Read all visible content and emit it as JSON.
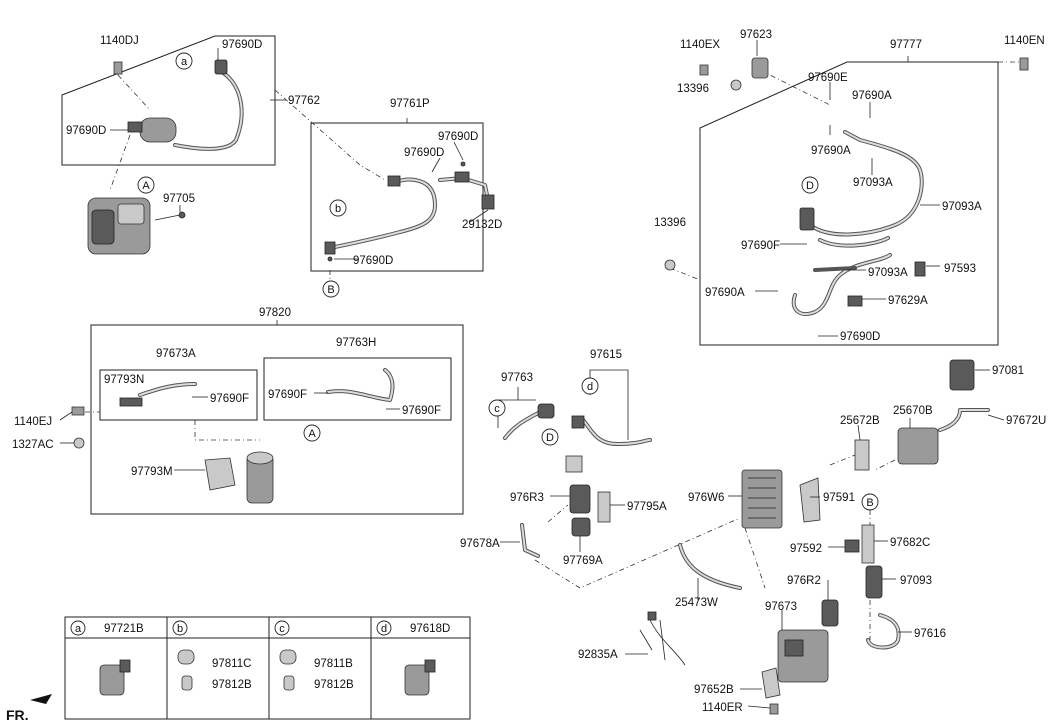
{
  "labels": {
    "l_1140DJ": "1140DJ",
    "l_97690D_a": "97690D",
    "l_97762": "97762",
    "l_97690D_b": "97690D",
    "l_97705": "97705",
    "l_97761P": "97761P",
    "l_97690D_c": "97690D",
    "l_97690D_d": "97690D",
    "l_29132D": "29132D",
    "l_97690D_e": "97690D",
    "l_1140EX": "1140EX",
    "l_97623": "97623",
    "l_97777": "97777",
    "l_1140EN": "1140EN",
    "l_13396_a": "13396",
    "l_97690E": "97690E",
    "l_97690A_a": "97690A",
    "l_97690A_b": "97690A",
    "l_97093A_a": "97093A",
    "l_97093A_b": "97093A",
    "l_13396_b": "13396",
    "l_97690F_a": "97690F",
    "l_97093A_c": "97093A",
    "l_97593": "97593",
    "l_97690A_c": "97690A",
    "l_97629A": "97629A",
    "l_97690D_f": "97690D",
    "l_97820": "97820",
    "l_97673A": "97673A",
    "l_97763H": "97763H",
    "l_97793N": "97793N",
    "l_97690F_b": "97690F",
    "l_97690F_c": "97690F",
    "l_97690F_d": "97690F",
    "l_1140EJ": "1140EJ",
    "l_1327AC": "1327AC",
    "l_97793M": "97793M",
    "l_97763": "97763",
    "l_97615": "97615",
    "l_97081": "97081",
    "l_25672B": "25672B",
    "l_25670B": "25670B",
    "l_97672U": "97672U",
    "l_976R3": "976R3",
    "l_97795A": "97795A",
    "l_976W6": "976W6",
    "l_97591": "97591",
    "l_97678A": "97678A",
    "l_97769A": "97769A",
    "l_97592": "97592",
    "l_97682C": "97682C",
    "l_976R2": "976R2",
    "l_97093": "97093",
    "l_25473W": "25473W",
    "l_97673": "97673",
    "l_97616": "97616",
    "l_92835A": "92835A",
    "l_97652B": "97652B",
    "l_1140ER": "1140ER"
  },
  "callouts": {
    "a": "a",
    "b": "b",
    "c": "c",
    "d": "d",
    "A": "A",
    "B": "B",
    "D": "D"
  },
  "legend": {
    "cells": [
      {
        "letter": "a",
        "part": "97721B"
      },
      {
        "letter": "b",
        "part": "",
        "items": [
          "97811C",
          "97812B"
        ]
      },
      {
        "letter": "c",
        "part": "",
        "items": [
          "97811B",
          "97812B"
        ]
      },
      {
        "letter": "d",
        "part": "97618D"
      }
    ]
  },
  "fr_label": "FR."
}
